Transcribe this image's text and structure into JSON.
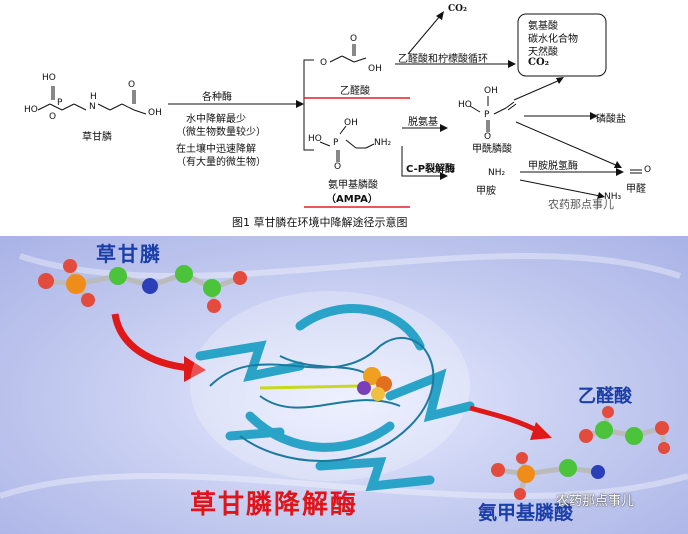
{
  "top_diagram": {
    "glyphosate": {
      "name": "草甘膦",
      "atoms": {
        "ho1": "HO",
        "ho2": "HO",
        "p": "P",
        "o": "O",
        "nh": "H",
        "n": "N",
        "oh": "OH"
      }
    },
    "enzyme": {
      "title": "各种酶",
      "line1": "水中降解最少",
      "line2": "（微生物数量较少）",
      "line3": "在土壤中迅速降解",
      "line4": "（有大量的微生物）"
    },
    "glyoxylic": {
      "name": "乙醛酸",
      "o1": "O",
      "o2": "O",
      "oh": "OH"
    },
    "cycle_label": "乙醛酸和柠檬酸循环",
    "co2_top": "CO₂",
    "products_box": {
      "l1": "氨基酸",
      "l2": "碳水化合物",
      "l3": "天然酸",
      "l4": "CO₂"
    },
    "ampa": {
      "name": "氨甲基膦酸",
      "abbr": "（AMPA）",
      "ho": "HO",
      "oh": "OH",
      "p": "P",
      "o": "O",
      "nh2": "NH₂"
    },
    "deamination": "脱氨基",
    "formyl": {
      "name": "甲酰膦酸",
      "ho": "HO",
      "oh": "OH",
      "p": "P",
      "o": "O"
    },
    "phosphate": "磷酸盐",
    "cp_lyase": "C-P裂解酶",
    "methylamine": {
      "nh2": "NH₂",
      "name": "甲胺"
    },
    "demethylase": "甲胺脱氢酶",
    "formaldehyde": {
      "name": "甲醛",
      "o": "O"
    },
    "nh3": "NH₃",
    "caption": "图1  草甘膦在环境中降解途径示意图",
    "watermark": "农药那点事儿"
  },
  "bottom_figure": {
    "glyphosate_label": "草甘膦",
    "glyoxylic_label": "乙醛酸",
    "ampa_label": "氨甲基膦酸",
    "enzyme_label": "草甘膦降解酶",
    "watermark": "农药那点事儿",
    "colors": {
      "title": "#1a3fa8",
      "enzyme_text": "#e0151b",
      "protein": "#2aa3c8",
      "arrow": "#e01818"
    }
  }
}
